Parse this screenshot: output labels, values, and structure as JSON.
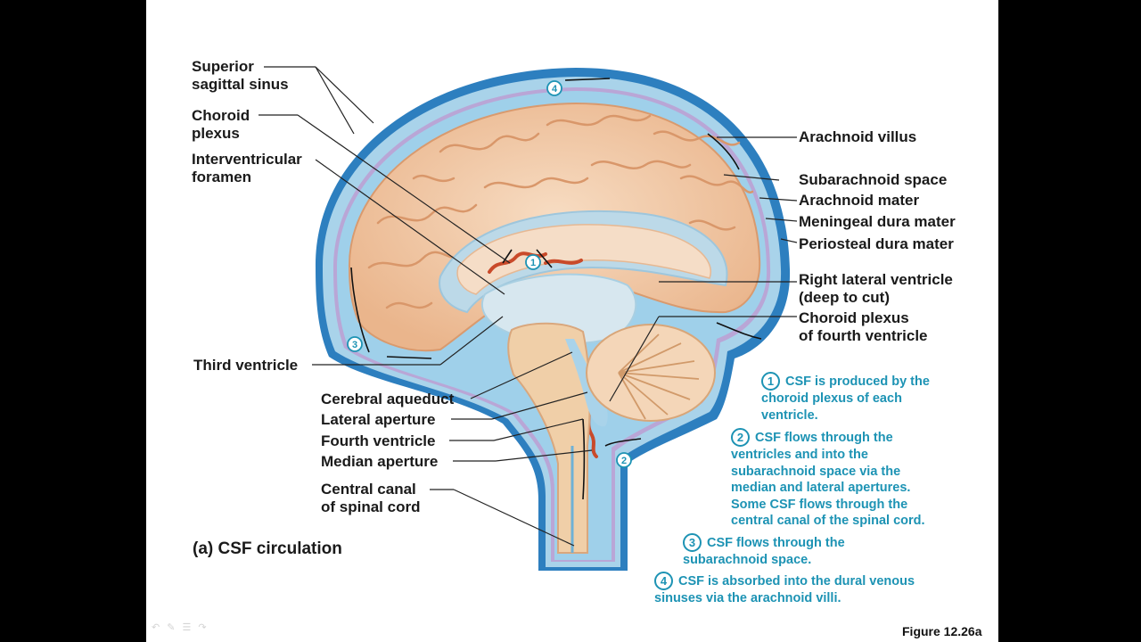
{
  "labels": {
    "superior_sagittal_sinus": [
      "Superior",
      "sagittal sinus"
    ],
    "choroid_plexus": [
      "Choroid",
      "plexus"
    ],
    "interventricular_foramen": [
      "Interventricular",
      "foramen"
    ],
    "third_ventricle": "Third ventricle",
    "cerebral_aqueduct": "Cerebral aqueduct",
    "lateral_aperture": "Lateral aperture",
    "fourth_ventricle": "Fourth ventricle",
    "median_aperture": "Median aperture",
    "central_canal": [
      "Central canal",
      "of spinal cord"
    ],
    "arachnoid_villus": "Arachnoid villus",
    "subarachnoid_space": "Subarachnoid space",
    "arachnoid_mater": "Arachnoid mater",
    "meningeal_dura_mater": "Meningeal dura mater",
    "periosteal_dura_mater": "Periosteal dura mater",
    "right_lateral_ventricle": [
      "Right lateral ventricle",
      "(deep to cut)"
    ],
    "choroid_plexus_fourth": [
      "Choroid plexus",
      "of fourth ventricle"
    ]
  },
  "steps": [
    {
      "num": "1",
      "lines": [
        "CSF is produced  by the",
        "choroid  plexus  of each",
        "ventricle."
      ]
    },
    {
      "num": "2",
      "lines": [
        "CSF flows through the",
        "ventricles and into the",
        "subarachnoid  space via the",
        "median  and lateral apertures.",
        "Some CSF flows through the",
        "central canal of the spinal cord."
      ]
    },
    {
      "num": "3",
      "lines": [
        "CSF flows through  the",
        "subarachnoid  space."
      ]
    },
    {
      "num": "4",
      "lines": [
        "CSF is absorbed  into the dural venous",
        "sinuses via the arachnoid  villi."
      ]
    }
  ],
  "diagram_markers": [
    "1",
    "2",
    "3",
    "4"
  ],
  "caption": "(a)  CSF circulation",
  "figure_label": "Figure 12.26a",
  "colors": {
    "csf_blue": "#8fc3dd",
    "dura_blue": "#3f8fc6",
    "brain_tan": "#f2c9a6",
    "text_teal": "#1d93b4"
  }
}
